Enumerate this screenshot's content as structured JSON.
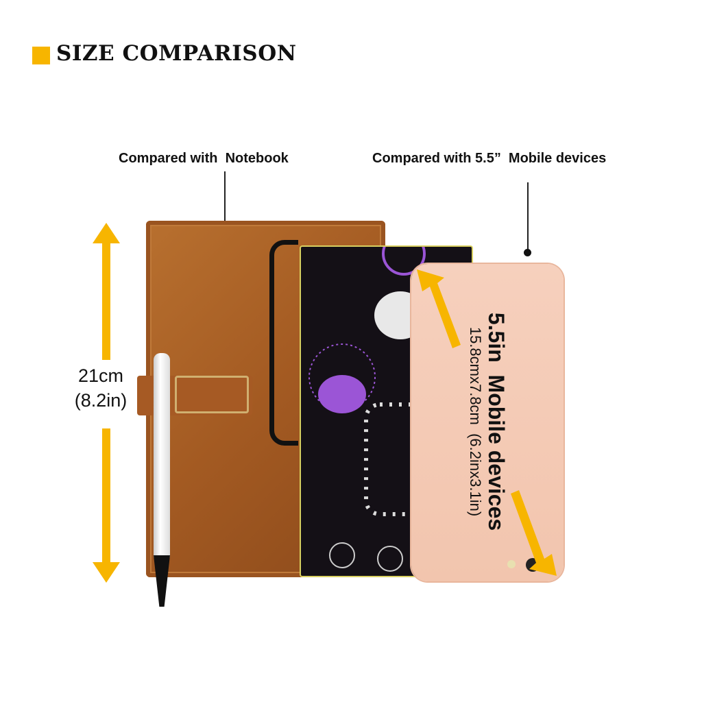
{
  "title": "SIZE COMPARISON",
  "labels": {
    "notebook": "Compared with  Notebook",
    "mobile": "Compared with 5.5”  Mobile devices"
  },
  "dimension": {
    "cm": "21cm",
    "inch": "(8.2in)"
  },
  "phone": {
    "title": "5.5in  Mobile devices",
    "size": "15.8cmx7.8cm  (6.2inx3.1in)"
  },
  "colors": {
    "accent": "#f7b500",
    "notebook": "#b0632a",
    "phone": "#f3c9b4",
    "wallet": "#141016",
    "skull": "#9b55d6"
  }
}
